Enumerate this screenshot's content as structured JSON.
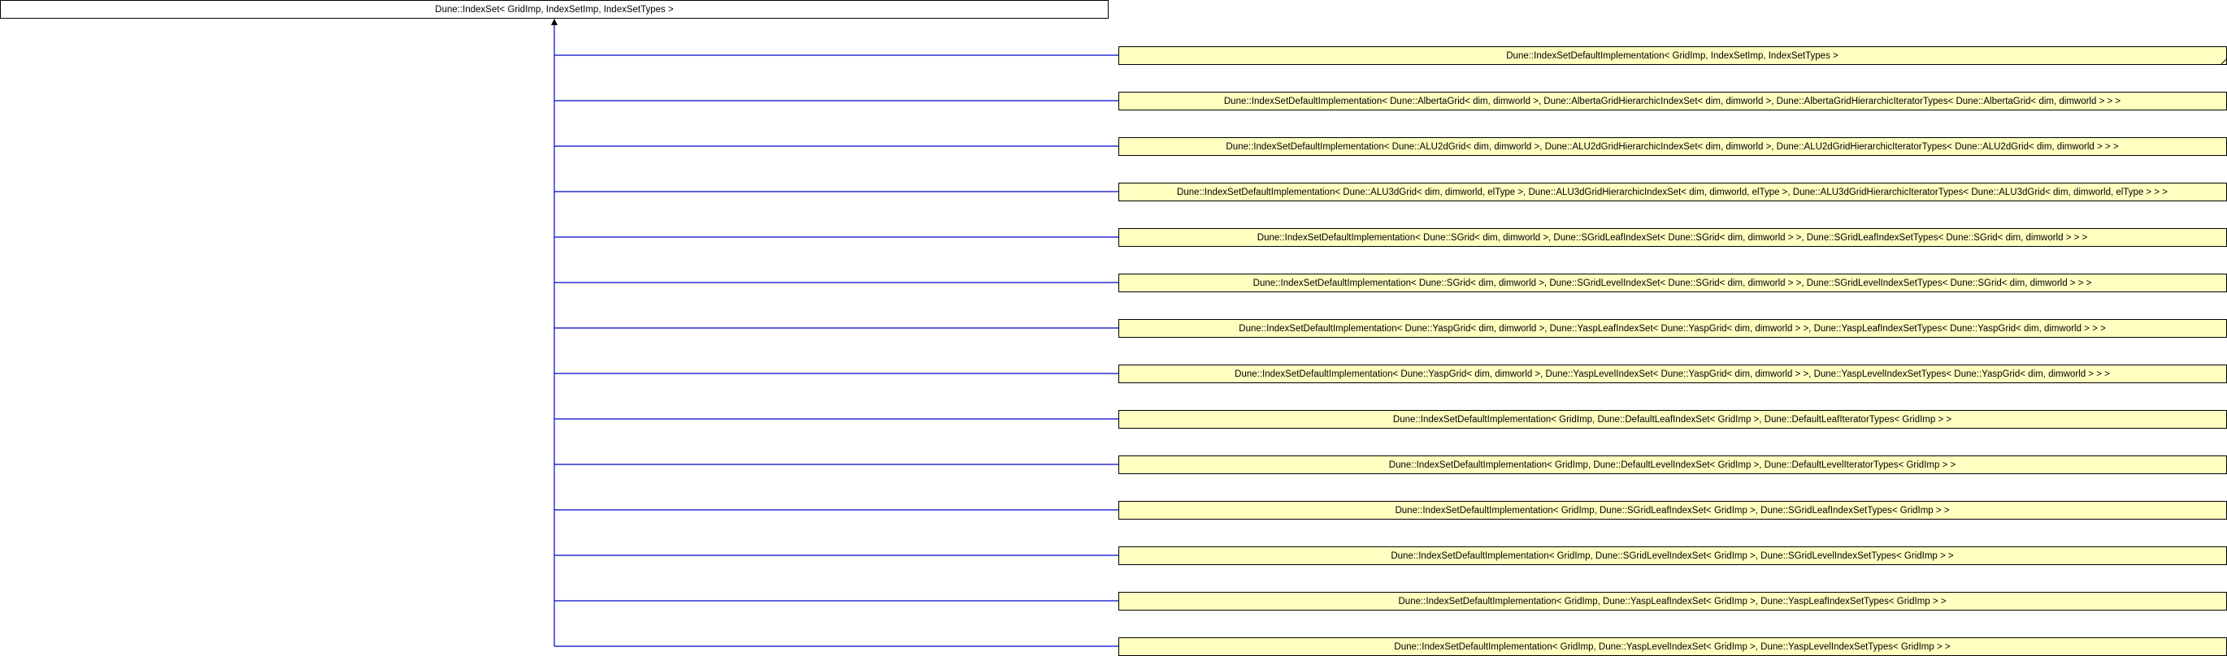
{
  "diagram": {
    "base_class": "Dune::IndexSet< GridImp, IndexSetImp, IndexSetTypes >",
    "derived_classes": [
      "Dune::IndexSetDefaultImplementation< GridImp, IndexSetImp, IndexSetTypes >",
      "Dune::IndexSetDefaultImplementation< Dune::AlbertaGrid< dim, dimworld >, Dune::AlbertaGridHierarchicIndexSet< dim, dimworld >, Dune::AlbertaGridHierarchicIteratorTypes< Dune::AlbertaGrid< dim, dimworld > > >",
      "Dune::IndexSetDefaultImplementation< Dune::ALU2dGrid< dim, dimworld >, Dune::ALU2dGridHierarchicIndexSet< dim, dimworld >, Dune::ALU2dGridHierarchicIteratorTypes< Dune::ALU2dGrid< dim, dimworld > > >",
      "Dune::IndexSetDefaultImplementation< Dune::ALU3dGrid< dim, dimworld, elType >, Dune::ALU3dGridHierarchicIndexSet< dim, dimworld, elType >, Dune::ALU3dGridHierarchicIteratorTypes< Dune::ALU3dGrid< dim, dimworld, elType > > >",
      "Dune::IndexSetDefaultImplementation< Dune::SGrid< dim, dimworld >, Dune::SGridLeafIndexSet< Dune::SGrid< dim, dimworld > >, Dune::SGridLeafIndexSetTypes< Dune::SGrid< dim, dimworld > > >",
      "Dune::IndexSetDefaultImplementation< Dune::SGrid< dim, dimworld >, Dune::SGridLevelIndexSet< Dune::SGrid< dim, dimworld > >, Dune::SGridLevelIndexSetTypes< Dune::SGrid< dim, dimworld > > >",
      "Dune::IndexSetDefaultImplementation< Dune::YaspGrid< dim, dimworld >, Dune::YaspLeafIndexSet< Dune::YaspGrid< dim, dimworld > >, Dune::YaspLeafIndexSetTypes< Dune::YaspGrid< dim, dimworld > > >",
      "Dune::IndexSetDefaultImplementation< Dune::YaspGrid< dim, dimworld >, Dune::YaspLevelIndexSet< Dune::YaspGrid< dim, dimworld > >, Dune::YaspLevelIndexSetTypes< Dune::YaspGrid< dim, dimworld > > >",
      "Dune::IndexSetDefaultImplementation< GridImp, Dune::DefaultLeafIndexSet< GridImp >, Dune::DefaultLeafIteratorTypes< GridImp > >",
      "Dune::IndexSetDefaultImplementation< GridImp, Dune::DefaultLevelIndexSet< GridImp >, Dune::DefaultLevelIteratorTypes< GridImp > >",
      "Dune::IndexSetDefaultImplementation< GridImp, Dune::SGridLeafIndexSet< GridImp >, Dune::SGridLeafIndexSetTypes< GridImp > >",
      "Dune::IndexSetDefaultImplementation< GridImp, Dune::SGridLevelIndexSet< GridImp >, Dune::SGridLevelIndexSetTypes< GridImp > >",
      "Dune::IndexSetDefaultImplementation< GridImp, Dune::YaspLeafIndexSet< GridImp >, Dune::YaspLeafIndexSetTypes< GridImp > >",
      "Dune::IndexSetDefaultImplementation< GridImp, Dune::YaspLevelIndexSet< GridImp >, Dune::YaspLevelIndexSetTypes< GridImp > >"
    ],
    "colors": {
      "edge": "#0000cc",
      "base_fill": "#ffffff",
      "derived_fill": "#ffffc0",
      "border": "#000000"
    }
  }
}
